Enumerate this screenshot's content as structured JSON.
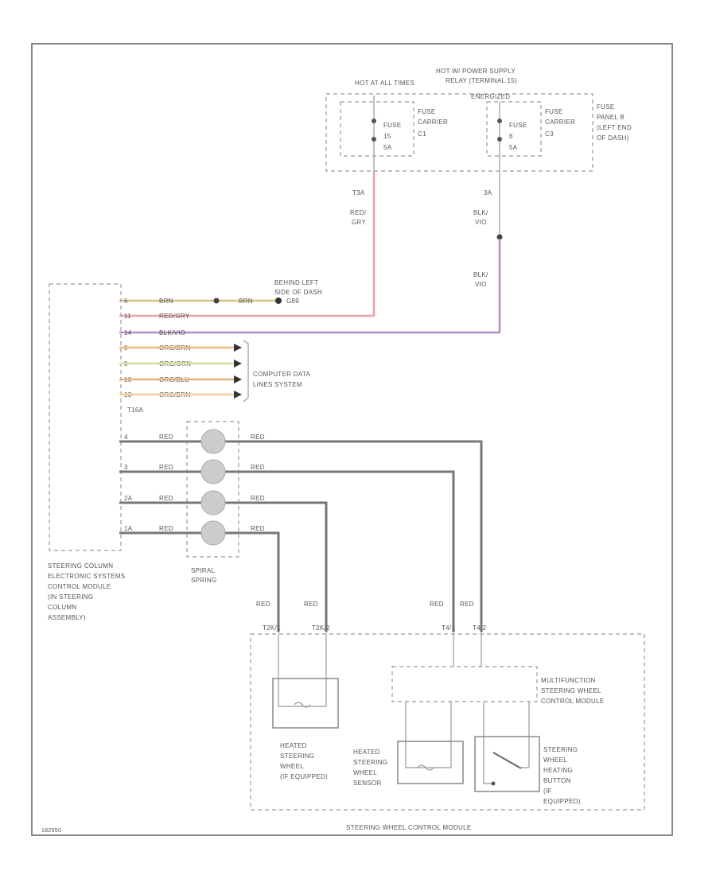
{
  "fuses": {
    "hot_always": "HOT AT ALL TIMES",
    "hot_relay": [
      "HOT W/ POWER SUPPLY",
      "RELAY (TERMINAL 15)",
      "ENERGIZED"
    ],
    "fuse_a": [
      "FUSE",
      "15",
      "5A"
    ],
    "fuse_b": [
      "FUSE",
      "6",
      "5A"
    ],
    "carrier_a": [
      "FUSE",
      "CARRIER",
      "C1"
    ],
    "carrier_b": [
      "FUSE",
      "CARRIER",
      "C3"
    ],
    "panel": [
      "FUSE",
      "PANEL B",
      "(LEFT END",
      "OF DASH)"
    ]
  },
  "supply_wires": {
    "red_pin": "T3A",
    "red_color": [
      "RED/",
      "GRY"
    ],
    "blk_pin": "3A",
    "blk_color1": [
      "BLK/",
      "VIO"
    ],
    "blk_color2": [
      "BLK/",
      "VIO"
    ]
  },
  "ground": {
    "label": [
      "BEHIND LEFT",
      "SIDE OF DASH"
    ],
    "id": "G89"
  },
  "connector_pins": [
    {
      "pin": "6",
      "color": "BRN",
      "hex": "#d8c27a"
    },
    {
      "pin": "11",
      "color": "RED/GRY",
      "hex": "#f2a0a8"
    },
    {
      "pin": "14",
      "color": "BLK/VIO",
      "hex": "#b48ac8"
    },
    {
      "pin": "9",
      "color": "ORG/BRN",
      "hex": "#f2b87a"
    },
    {
      "pin": "8",
      "color": "ORG/GRN",
      "hex": "#cfe39a"
    },
    {
      "pin": "10",
      "color": "ORG/BLU",
      "hex": "#e9b07e"
    },
    {
      "pin": "13",
      "color": "ORG/BRN",
      "hex": "#f3cf98"
    }
  ],
  "ground_wire_label": "BRN",
  "connector_id": "T16A",
  "data_lines": [
    "COMPUTER DATA",
    "LINES SYSTEM"
  ],
  "spiral_pins": [
    {
      "pin": "4",
      "left": "RED",
      "right": "RED"
    },
    {
      "pin": "3",
      "left": "RED",
      "right": "RED"
    },
    {
      "pin": "2A",
      "left": "RED",
      "right": "RED"
    },
    {
      "pin": "1A",
      "left": "RED",
      "right": "RED"
    }
  ],
  "module_left": [
    "STEERING COLUMN",
    "ELECTRONIC SYSTEMS",
    "CONTROL MODULE",
    "(IN STEERING",
    "COLUMN",
    "ASSEMBLY)"
  ],
  "spiral": [
    "SPIRAL",
    "SPRING"
  ],
  "drop_labels": [
    "RED",
    "RED",
    "RED",
    "RED"
  ],
  "drop_pins": [
    "T2K/1",
    "T2K/2",
    "T4/1",
    "T4/2"
  ],
  "multifunction": [
    "MULTIFUNCTION",
    "STEERING WHEEL",
    "CONTROL MODULE"
  ],
  "heated_wheel": [
    "HEATED",
    "STEERING",
    "WHEEL",
    "(IF EQUIPPED)"
  ],
  "sensor": [
    "HEATED",
    "STEERING",
    "WHEEL",
    "SENSOR"
  ],
  "button": [
    "STEERING",
    "WHEEL",
    "HEATING",
    "BUTTON",
    "(IF",
    "EQUIPPED)"
  ],
  "footer_module": "STEERING WHEEL CONTROL MODULE",
  "figure_id": "182950"
}
